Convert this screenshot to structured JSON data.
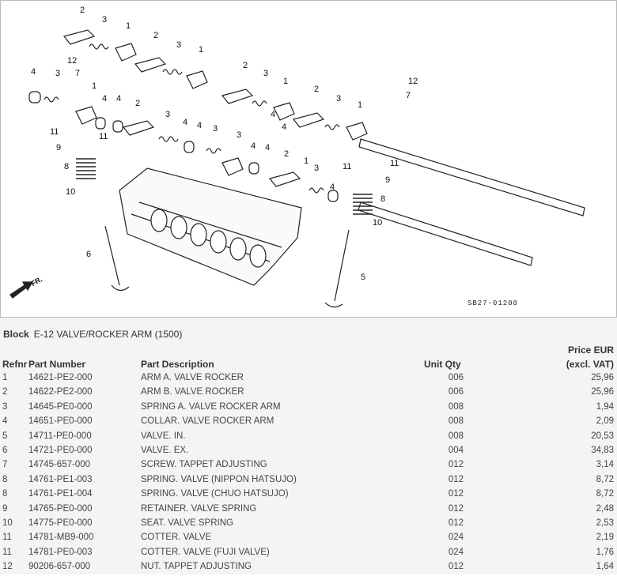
{
  "diagram": {
    "code": "SB27-01200",
    "front_label": "FR.",
    "callouts": [
      "2",
      "3",
      "1",
      "2",
      "3",
      "1",
      "4",
      "3",
      "12",
      "7",
      "1",
      "4",
      "4",
      "2",
      "3",
      "4",
      "4",
      "3",
      "11",
      "11",
      "9",
      "8",
      "10",
      "6",
      "2",
      "3",
      "1",
      "2",
      "3",
      "1",
      "12",
      "7",
      "3",
      "4",
      "4",
      "1",
      "4",
      "4",
      "2",
      "3",
      "4",
      "11",
      "11",
      "9",
      "8",
      "10",
      "5"
    ]
  },
  "block": {
    "label": "Block",
    "value": "E-12 VALVE/ROCKER ARM (1500)"
  },
  "table": {
    "headers": {
      "refnr": "Refnr",
      "part_number": "Part Number",
      "description": "Part Description",
      "qty": "Unit Qty",
      "price_line1": "Price EUR",
      "price_line2": "(excl. VAT)"
    },
    "rows": [
      {
        "ref": "1",
        "part": "14621-PE2-000",
        "desc": "ARM A. VALVE ROCKER",
        "qty": "006",
        "price": "25,96"
      },
      {
        "ref": "2",
        "part": "14622-PE2-000",
        "desc": "ARM B. VALVE ROCKER",
        "qty": "006",
        "price": "25,96"
      },
      {
        "ref": "3",
        "part": "14645-PE0-000",
        "desc": "SPRING A. VALVE ROCKER ARM",
        "qty": "008",
        "price": "1,94"
      },
      {
        "ref": "4",
        "part": "14651-PE0-000",
        "desc": "COLLAR. VALVE ROCKER ARM",
        "qty": "008",
        "price": "2,09"
      },
      {
        "ref": "5",
        "part": "14711-PE0-000",
        "desc": "VALVE. IN.",
        "qty": "008",
        "price": "20,53"
      },
      {
        "ref": "6",
        "part": "14721-PE0-000",
        "desc": "VALVE. EX.",
        "qty": "004",
        "price": "34,83"
      },
      {
        "ref": "7",
        "part": "14745-657-000",
        "desc": "SCREW. TAPPET ADJUSTING",
        "qty": "012",
        "price": "3,14"
      },
      {
        "ref": "8",
        "part": "14761-PE1-003",
        "desc": "SPRING. VALVE (NIPPON HATSUJO)",
        "qty": "012",
        "price": "8,72"
      },
      {
        "ref": "8",
        "part": "14761-PE1-004",
        "desc": "SPRING. VALVE (CHUO HATSUJO)",
        "qty": "012",
        "price": "8,72"
      },
      {
        "ref": "9",
        "part": "14765-PE0-000",
        "desc": "RETAINER. VALVE SPRING",
        "qty": "012",
        "price": "2,48"
      },
      {
        "ref": "10",
        "part": "14775-PE0-000",
        "desc": "SEAT. VALVE SPRING",
        "qty": "012",
        "price": "2,53"
      },
      {
        "ref": "11",
        "part": "14781-MB9-000",
        "desc": "COTTER. VALVE",
        "qty": "024",
        "price": "2,19"
      },
      {
        "ref": "11",
        "part": "14781-PE0-003",
        "desc": "COTTER. VALVE (FUJI VALVE)",
        "qty": "024",
        "price": "1,76"
      },
      {
        "ref": "12",
        "part": "90206-657-000",
        "desc": "NUT. TAPPET ADJUSTING",
        "qty": "012",
        "price": "1,64"
      }
    ]
  }
}
